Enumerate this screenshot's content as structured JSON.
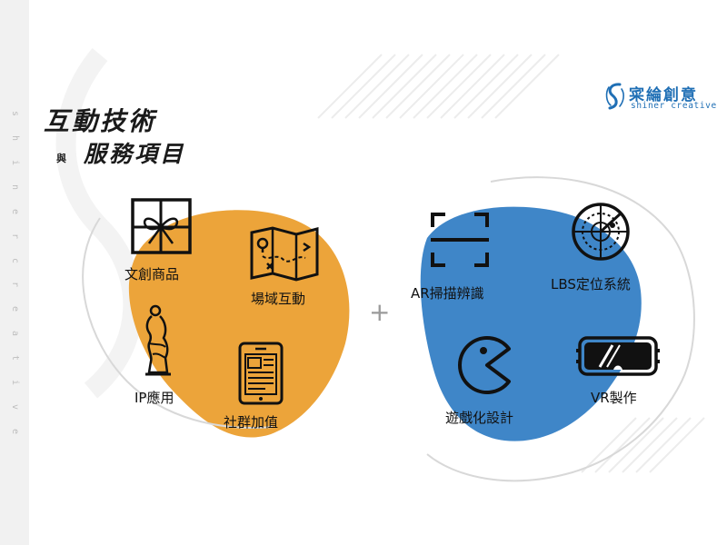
{
  "sidebar": {
    "letters": [
      "s",
      "h",
      "i",
      "n",
      "e",
      "r",
      "c",
      "r",
      "e",
      "a",
      "t",
      "i",
      "v",
      "e"
    ]
  },
  "title": {
    "line1": "互動技術",
    "connector": "與",
    "line2": "服務項目"
  },
  "logo": {
    "name_cn": "寀綸創意",
    "name_en": "shiner creative",
    "color": "#1f6fb5"
  },
  "colors": {
    "orange_blob": "#eca43a",
    "blue_blob": "#3f86c8"
  },
  "separator": "+",
  "left_group": {
    "items": [
      {
        "label": "文創商品",
        "icon": "gift-box-icon"
      },
      {
        "label": "場域互動",
        "icon": "map-icon"
      },
      {
        "label": "IP應用",
        "icon": "statue-icon"
      },
      {
        "label": "社群加值",
        "icon": "tablet-icon"
      }
    ]
  },
  "right_group": {
    "items": [
      {
        "label": "AR掃描辨識",
        "icon": "scan-frame-icon"
      },
      {
        "label": "LBS定位系統",
        "icon": "radar-icon"
      },
      {
        "label": "遊戲化設計",
        "icon": "pacman-icon"
      },
      {
        "label": "VR製作",
        "icon": "vr-headset-icon"
      }
    ]
  }
}
